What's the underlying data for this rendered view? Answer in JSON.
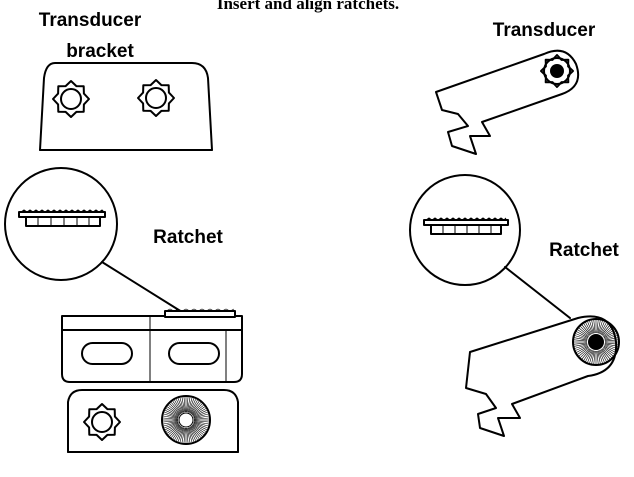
{
  "title": "Insert and align ratchets.",
  "labels": {
    "bracket_line1": "Transducer",
    "bracket_line2": "bracket",
    "ratchet_left": "Ratchet",
    "transducer_right": "Transducer",
    "ratchet_right": "Ratchet"
  }
}
